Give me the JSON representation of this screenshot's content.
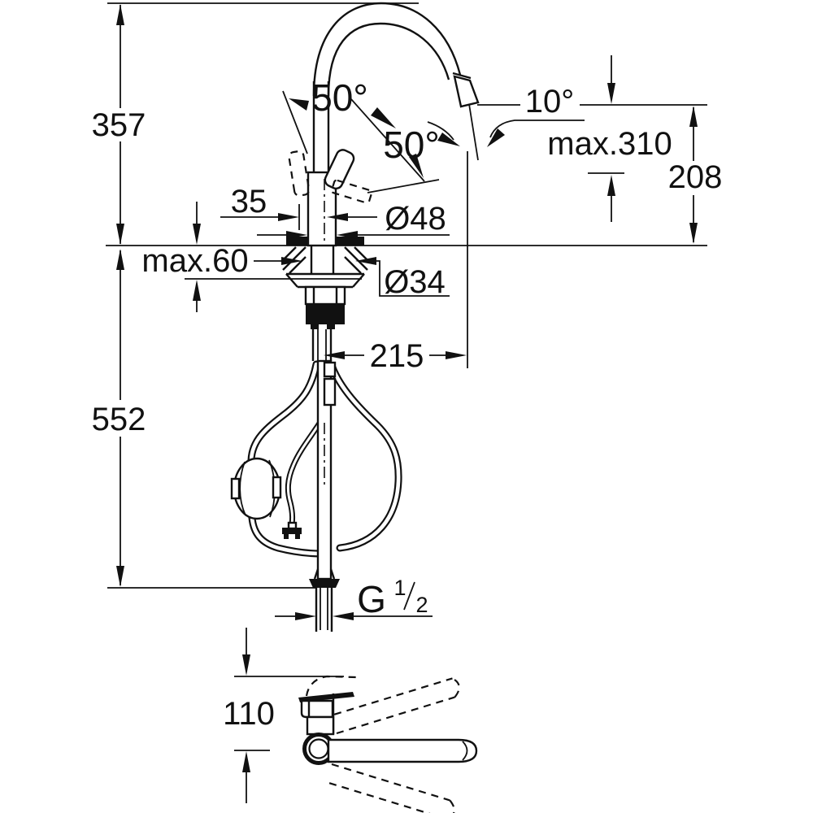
{
  "drawing": {
    "title": "faucet-technical-dimension-drawing",
    "colors": {
      "line": "#111111",
      "background": "#ffffff"
    },
    "dims": {
      "h357": "357",
      "a50_1": "50°",
      "a50_2": "50°",
      "a10": "10°",
      "max310": "max.310",
      "h208": "208",
      "w35": "35",
      "d48": "Ø48",
      "max60": "max.60",
      "d34": "Ø34",
      "r215": "215",
      "h552": "552",
      "g_letter": "G",
      "g_num": "1",
      "g_den": "2",
      "h110": "110"
    }
  }
}
